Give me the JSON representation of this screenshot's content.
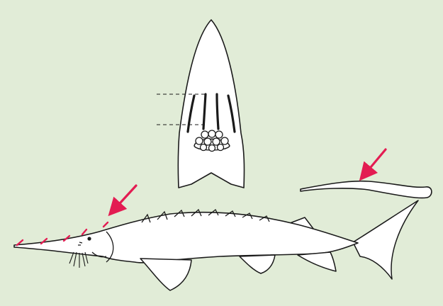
{
  "colors": {
    "background": "#e1ecd7",
    "outline": "#1a1a1a",
    "fill": "#ffffff",
    "arrow": "#e31c52"
  },
  "icons": {
    "arrows": [
      "arrow-icon",
      "arrow-icon",
      "arrow-icon"
    ],
    "creatures": [
      "sturgeon-illustration",
      "snout-underside-illustration",
      "detached-tail-filament-illustration"
    ]
  }
}
